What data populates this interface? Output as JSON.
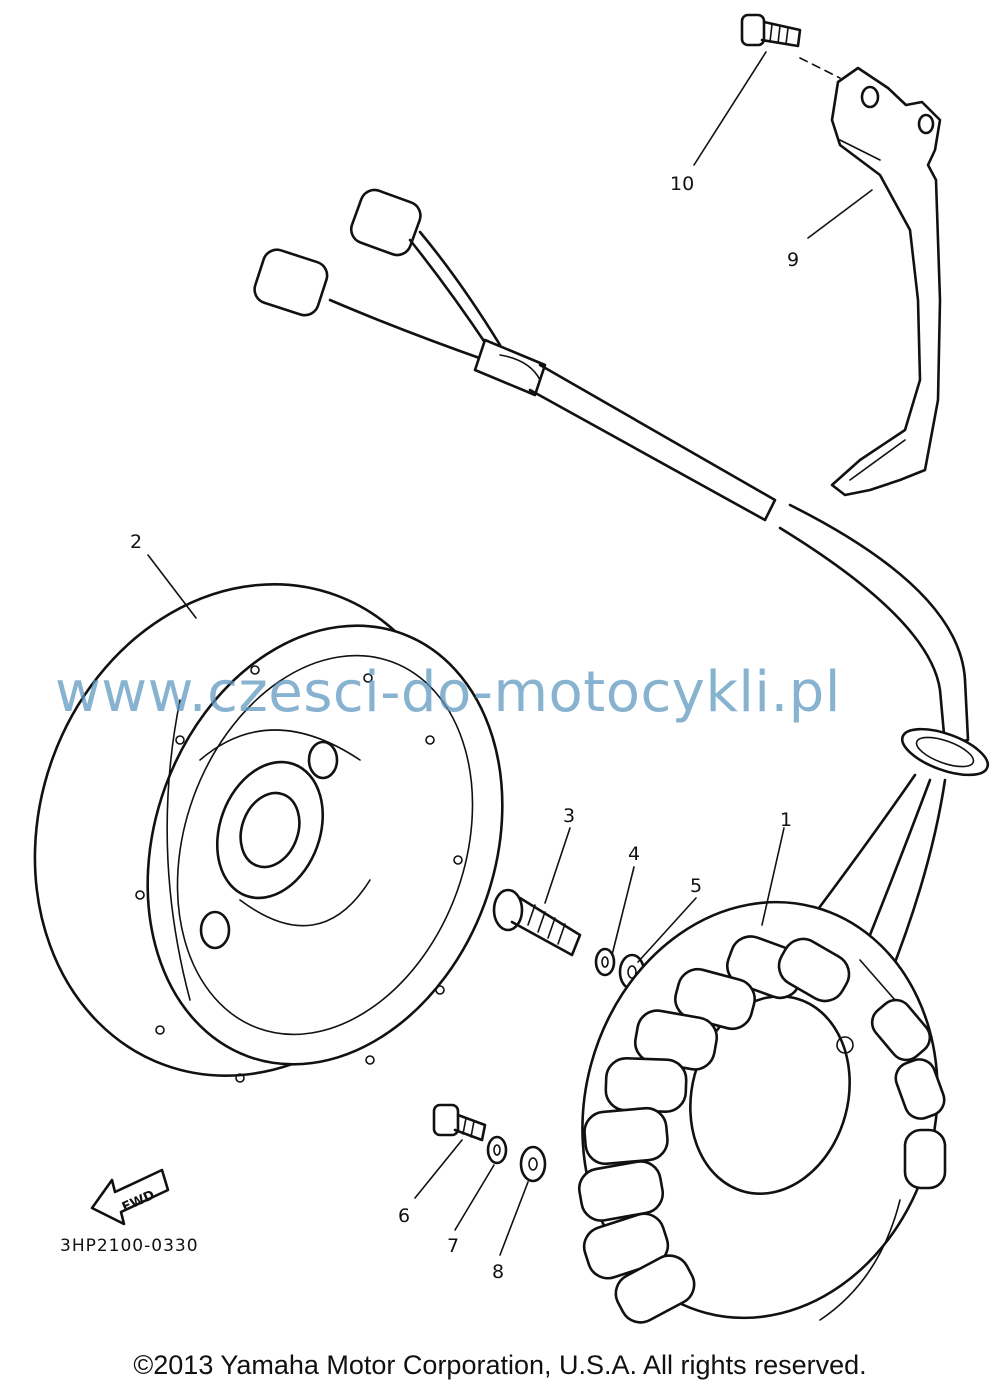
{
  "watermark": "www.czesci-do-motocykli.pl",
  "diagram_code": "3HP2100-0330",
  "fwd_label": "FWD",
  "copyright": "©2013 Yamaha Motor Corporation, U.S.A. All rights reserved.",
  "callouts": {
    "c1": "1",
    "c2": "2",
    "c3": "3",
    "c4": "4",
    "c5": "5",
    "c6": "6",
    "c7": "7",
    "c8": "8",
    "c9": "9",
    "c10": "10"
  }
}
